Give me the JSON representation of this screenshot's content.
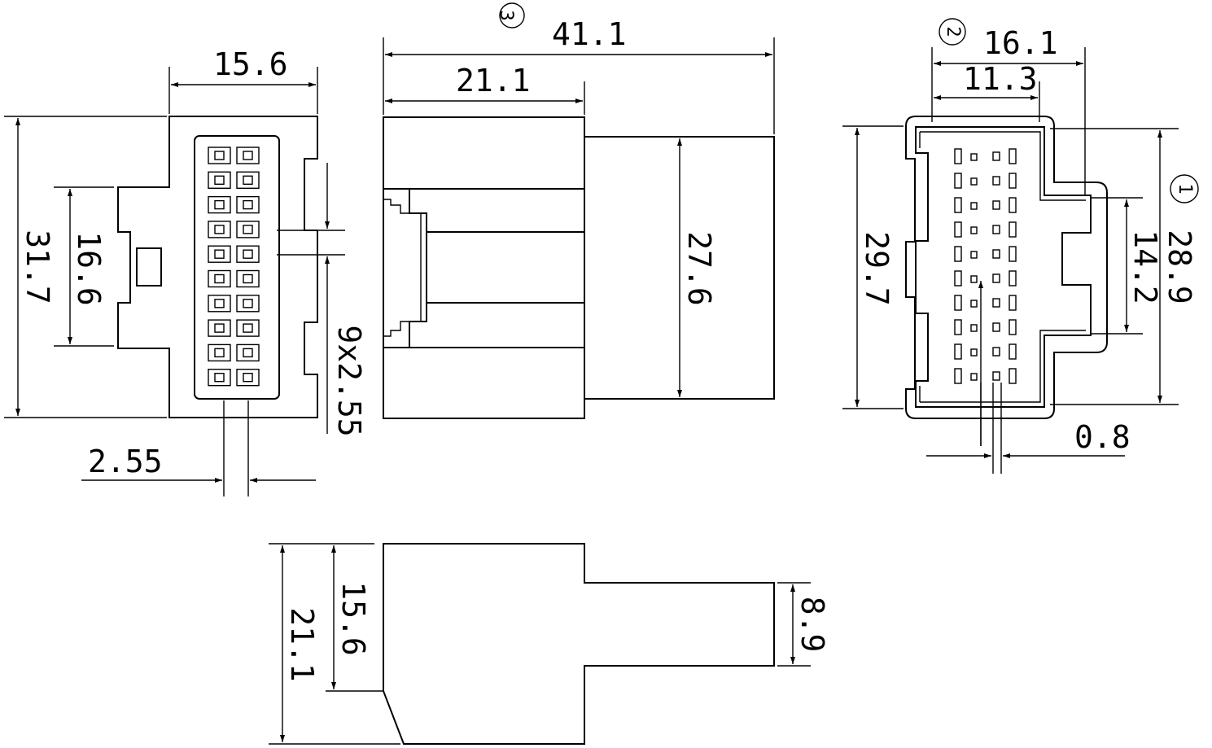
{
  "front_view": {
    "width": "15.6",
    "height": "31.7",
    "latch_height": "16.6",
    "pitch_vertical": "9x2.55",
    "pitch_horizontal": "2.55"
  },
  "side_view": {
    "marker": "3",
    "total_length": "41.1",
    "body_length": "21.1",
    "tail_height": "27.6"
  },
  "end_view": {
    "marker_2": "2",
    "marker_1": "1",
    "width_outer": "16.1",
    "width_inner": "11.3",
    "height_left": "29.7",
    "height_right": "28.9",
    "latch_height": "14.2",
    "pin_width": "0.8"
  },
  "top_view": {
    "height_total": "21.1",
    "height_inner": "15.6",
    "tail_height": "8.9"
  }
}
